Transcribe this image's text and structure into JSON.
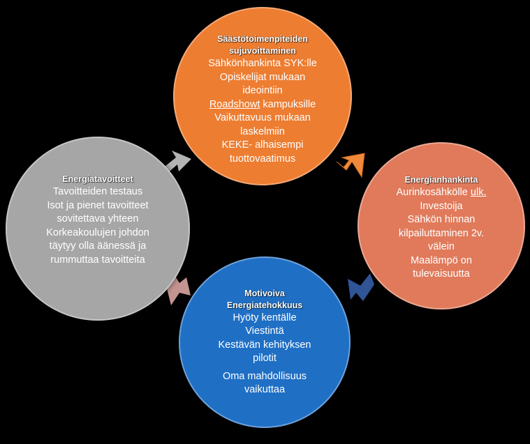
{
  "colors": {
    "background": "#000000",
    "top_circle": "#ED7D31",
    "right_circle": "#E07A5B",
    "bottom_circle": "#1F6FC5",
    "left_circle": "#A6A6A6",
    "arrow_top_right": "#F08A3A",
    "arrow_right_bottom": "#2F5597",
    "arrow_bottom_left": "#C49590",
    "arrow_left_top": "#B4B4B4"
  },
  "top": {
    "title_line1": "Säästötoimenpiteiden",
    "title_line2": "sujuvoittaminen",
    "items": [
      "Sähkönhankinta SYK:lle",
      "Opiskelijat mukaan",
      "ideointiin"
    ],
    "roadshow_word": "Roadshowt",
    "roadshow_rest": " kampuksille",
    "items2": [
      "Vaikuttavuus mukaan",
      "laskelmiin",
      "KEKE- alhaisempi",
      "tuottovaatimus"
    ]
  },
  "right": {
    "title": "Energianhankinta",
    "line1_text": "Aurinkosähkölle ",
    "line1_underlined": "ulk.",
    "items": [
      "Investoija",
      "Sähkön hinnan",
      "kilpailuttaminen 2v.",
      "välein",
      "Maalämpö on",
      "tulevaisuutta"
    ]
  },
  "bottom": {
    "title_line1": "Motivoiva",
    "title_line2": "Energiatehokkuus",
    "items": [
      "Hyöty kentälle",
      "Viestintä",
      "Kestävän kehityksen",
      "pilotit"
    ],
    "items2": [
      "Oma mahdollisuus",
      "vaikuttaa"
    ]
  },
  "left": {
    "title": "Energiatavoitteet",
    "items": [
      "Tavoitteiden testaus",
      "Isot ja pienet tavoitteet",
      "sovitettava yhteen",
      "Korkeakoulujen johdon",
      "täytyy olla äänessä ja",
      "rummuttaa tavoitteita"
    ]
  }
}
